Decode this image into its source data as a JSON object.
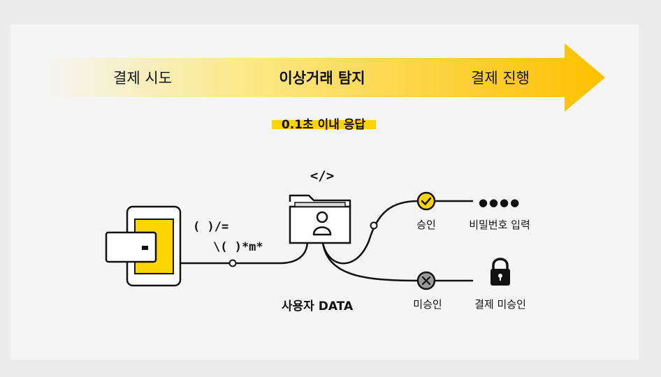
{
  "flow": {
    "step1": "결제 시도",
    "step2": "이상거래 탐지",
    "step3": "결제 진행",
    "subtitle": "0.1초 이내 응답"
  },
  "code_symbol": "</>",
  "device_text_1": "( )/=",
  "device_text_2": "\\( )*m*",
  "user_data_label": "사용자 DATA",
  "approve": {
    "label": "승인",
    "result": "비밀번호 입력",
    "dots": "●●●●"
  },
  "reject": {
    "label": "미승인",
    "result": "결제 미승인"
  },
  "colors": {
    "accent": "#ffd400",
    "arrow_end": "#ffc000",
    "ink": "#111111",
    "check_circle": "#ffd400",
    "x_circle": "#9a9a9a"
  }
}
